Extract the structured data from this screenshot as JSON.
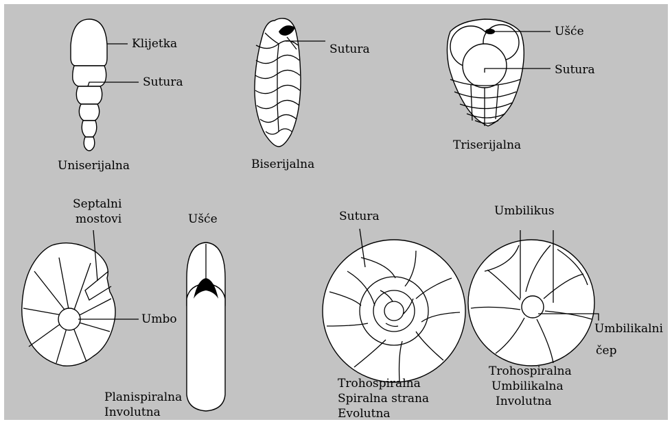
{
  "labels": {
    "klijetka": "Klijetka",
    "sutura_uni": "Sutura",
    "uniserijalna": "Uniserijalna",
    "sutura_bi": "Sutura",
    "biserijalna": "Biserijalna",
    "usce_tri": "Ušće",
    "sutura_tri": "Sutura",
    "triserijalna": "Triserijalna",
    "septalni": "Septalni",
    "mostovi": "mostovi",
    "usce_plani": "Ušće",
    "umbo": "Umbo",
    "planispiralna": "Planispiralna",
    "involutna_plani": "Involutna",
    "sutura_spiral": "Sutura",
    "trohospiralna_1": "Trohospiralna",
    "spiralna_strana": "Spiralna strana",
    "evolutna": "Evolutna",
    "umbilikus": "Umbilikus",
    "umbilikalni": "Umbilikalni",
    "cep": "čep",
    "trohospiralna_2": "Trohospiralna",
    "umbilikalna": "Umbilikalna",
    "involutna_umb": "Involutna"
  },
  "colors": {
    "background": "#c3c3c3",
    "shell": "#ffffff",
    "ink": "#000000"
  }
}
